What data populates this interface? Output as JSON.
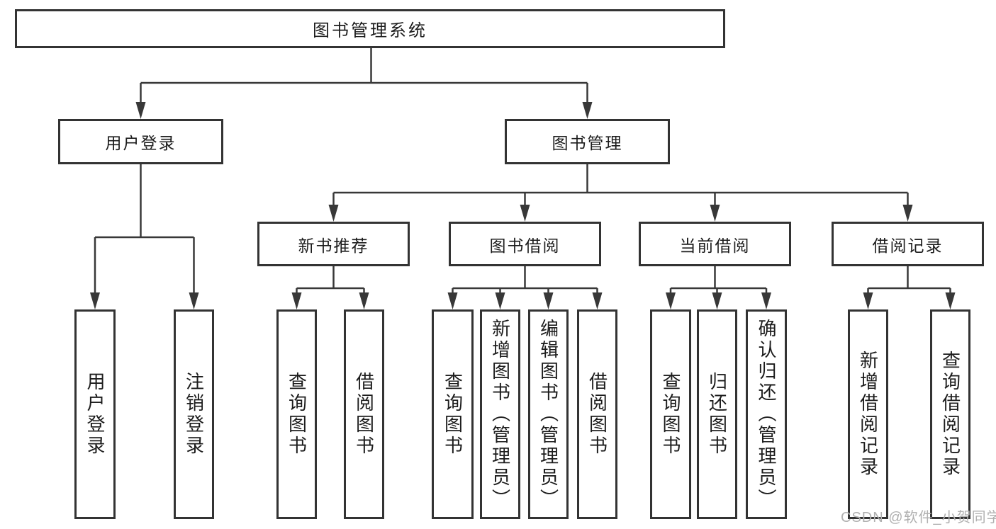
{
  "title": "图书管理系统",
  "tree": {
    "root": {
      "label": "图书管理系统"
    },
    "children": [
      {
        "label": "用户登录",
        "children": [
          {
            "label": "用户登录"
          },
          {
            "label": "注销登录"
          }
        ]
      },
      {
        "label": "图书管理",
        "children": [
          {
            "label": "新书推荐",
            "children": [
              {
                "label": "查询图书"
              },
              {
                "label": "借阅图书"
              }
            ]
          },
          {
            "label": "图书借阅",
            "children": [
              {
                "label": "查询图书"
              },
              {
                "label": "新增图书（管理员）"
              },
              {
                "label": "编辑图书（管理员）"
              },
              {
                "label": "借阅图书"
              }
            ]
          },
          {
            "label": "当前借阅",
            "children": [
              {
                "label": "查询图书"
              },
              {
                "label": "归还图书"
              },
              {
                "label": "确认归还（管理员）"
              }
            ]
          },
          {
            "label": "借阅记录",
            "children": [
              {
                "label": "新增借阅记录"
              },
              {
                "label": "查询借阅记录"
              }
            ]
          }
        ]
      }
    ]
  },
  "watermark": {
    "text": "CSDN @软件_小贺同学"
  },
  "colors": {
    "line": "#383838",
    "box_border": "#333333",
    "text": "#1c1c1c",
    "background": "#ffffff",
    "watermark": "#b0b0b0"
  }
}
